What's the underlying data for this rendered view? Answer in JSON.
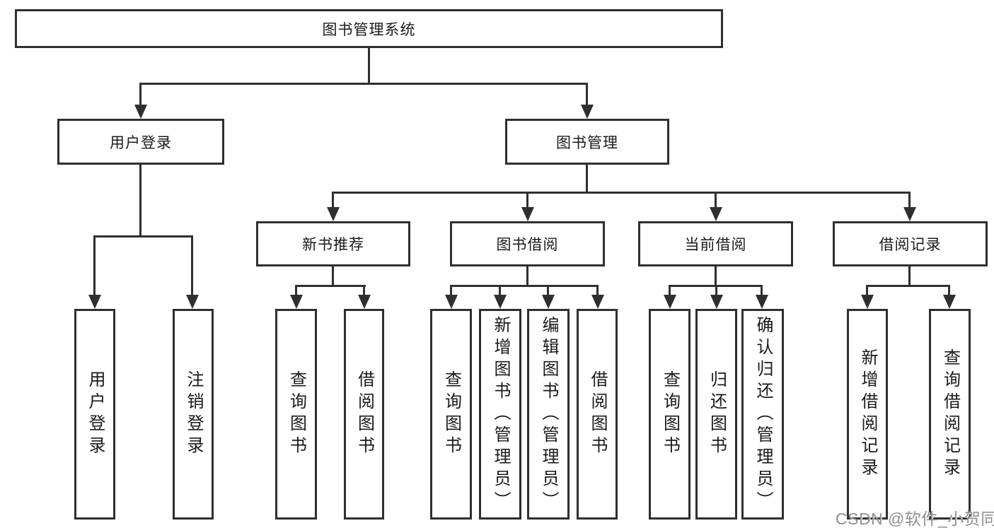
{
  "diagram": {
    "title": "图书管理系统",
    "type": "hierarchy-tree",
    "colors": {
      "line": "#2f2f2f",
      "box_border": "#2f2f2f",
      "box_fill": "#ffffff",
      "text": "#1a1a1a",
      "watermark": "#8f8f8f",
      "background": "#ffffff"
    }
  },
  "tree": {
    "root": {
      "label": "图书管理系统",
      "children": [
        {
          "label": "用户登录",
          "children": [
            {
              "label": "用户登录"
            },
            {
              "label": "注销登录"
            }
          ]
        },
        {
          "label": "图书管理",
          "children": [
            {
              "label": "新书推荐",
              "children": [
                {
                  "label": "查询图书"
                },
                {
                  "label": "借阅图书"
                }
              ]
            },
            {
              "label": "图书借阅",
              "children": [
                {
                  "label": "查询图书"
                },
                {
                  "label": "新增图书（管理员）"
                },
                {
                  "label": "编辑图书（管理员）"
                },
                {
                  "label": "借阅图书"
                }
              ]
            },
            {
              "label": "当前借阅",
              "children": [
                {
                  "label": "查询图书"
                },
                {
                  "label": "归还图书"
                },
                {
                  "label": "确认归还（管理员）"
                }
              ]
            },
            {
              "label": "借阅记录",
              "children": [
                {
                  "label": "新增借阅记录"
                },
                {
                  "label": "查询借阅记录"
                }
              ]
            }
          ]
        }
      ]
    }
  },
  "watermark": {
    "text": "CSDN @软件_小贺同学"
  }
}
